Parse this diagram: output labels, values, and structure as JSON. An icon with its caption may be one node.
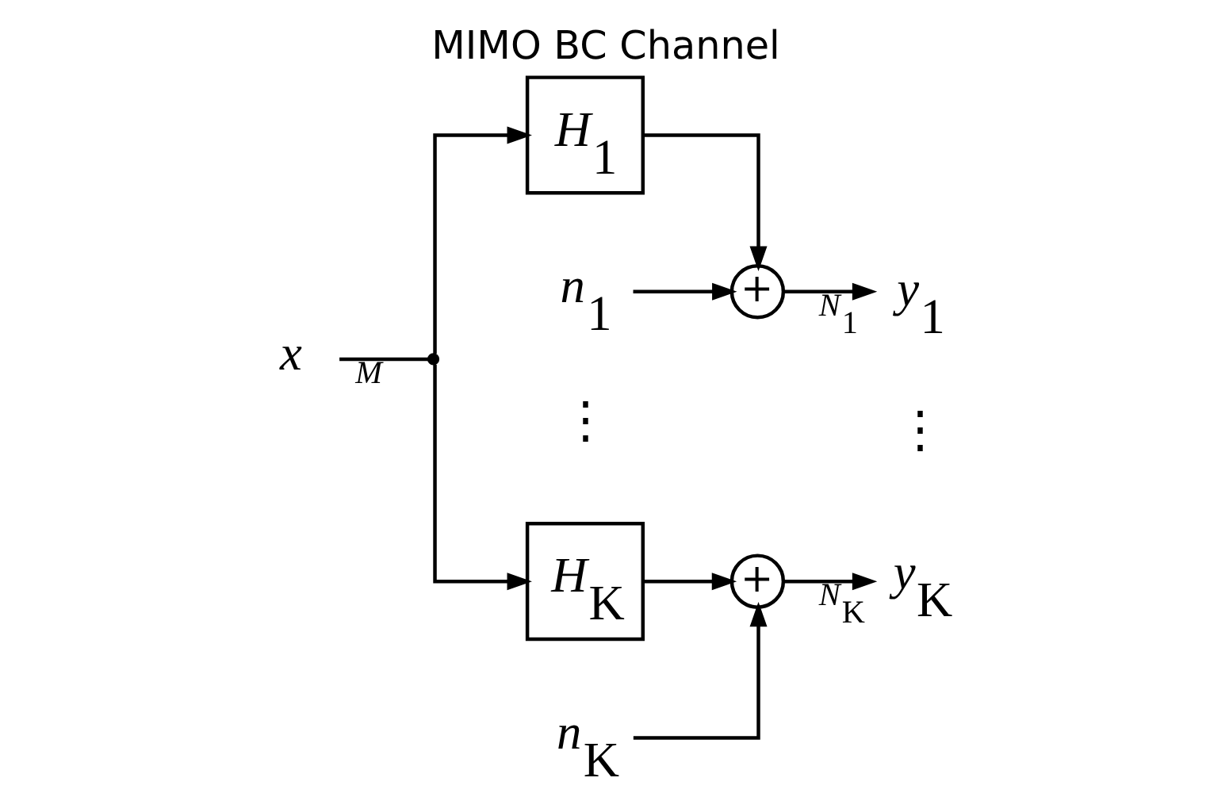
{
  "diagram": {
    "title": "MIMO BC Channel",
    "nodes": [
      {
        "text": [
          "x"
        ]
      },
      {
        "text": [],
        "shape": "circle"
      },
      {
        "text": [
          "H$_{1}$"
        ]
      },
      {
        "text": [
          "H$_{K}$"
        ]
      },
      {
        "text": [
          "+"
        ]
      },
      {
        "text": [
          "+"
        ]
      },
      {
        "text": [
          "n$_{1}$"
        ]
      },
      {
        "text": [
          "n$_{K}$"
        ]
      },
      {
        "text": [
          "y$_{1}$"
        ]
      },
      {
        "text": [
          "y$_{K}$"
        ]
      }
    ],
    "edges": [
      {
        "from": 0,
        "to": 1,
        "arrow": "none",
        "label": "M"
      },
      {
        "from": 1,
        "to": 2,
        "arrow": "to"
      },
      {
        "from": 1,
        "to": 3,
        "arrow": "to"
      },
      {
        "from": 2,
        "to": 4,
        "arrow": "to"
      },
      {
        "from": 3,
        "to": 5,
        "arrow": "to"
      },
      {
        "from": 6,
        "to": 4,
        "arrow": "to"
      },
      {
        "from": 7,
        "to": 5,
        "arrow": "to"
      },
      {
        "from": 4,
        "to": 8,
        "arrow": "to",
        "label": "N$_{1}$"
      },
      {
        "from": 5,
        "to": 9,
        "arrow": "to",
        "label": "N$_{K}$"
      }
    ],
    "labels": [
      "⋮",
      "⋮"
    ]
  }
}
